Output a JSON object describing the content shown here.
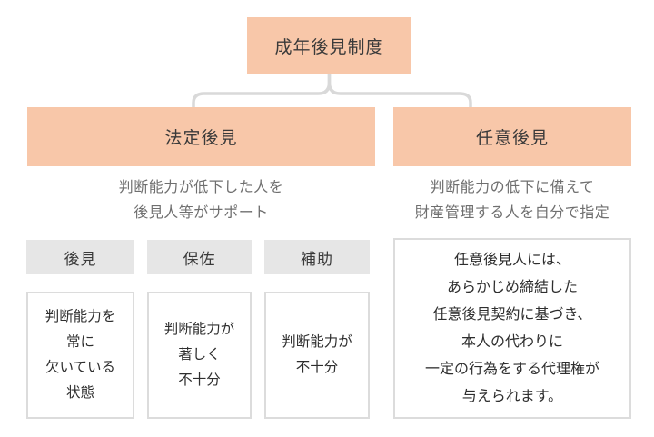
{
  "root": {
    "label": "成年後見制度"
  },
  "legal": {
    "label": "法定後見",
    "description": [
      "判断能力が低下した人を",
      "後見人等がサポート"
    ],
    "columns": [
      {
        "header": "後見",
        "body": [
          "判断能力を",
          "常に",
          "欠いている",
          "状態"
        ]
      },
      {
        "header": "保佐",
        "body": [
          "判断能力が",
          "著しく",
          "不十分"
        ]
      },
      {
        "header": "補助",
        "body": [
          "判断能力が",
          "不十分"
        ]
      }
    ]
  },
  "voluntary": {
    "label": "任意後見",
    "description": [
      "判断能力の低下に備えて",
      "財産管理する人を自分で指定"
    ],
    "detail": [
      "任意後見人には、",
      "あらかじめ締結した",
      "任意後見契約に基づき、",
      "本人の代わりに",
      "一定の行為をする代理権が",
      "与えられます。"
    ]
  },
  "colors": {
    "node_fill": "#F8C7A9",
    "header_fill": "#E6E6E6",
    "box_border": "#DCDCDC",
    "connector": "#D9D9D9",
    "title_text": "#3a3a3a",
    "body_text": "#2e2e2e",
    "muted_text": "#6f6f6f",
    "background": "#ffffff"
  }
}
